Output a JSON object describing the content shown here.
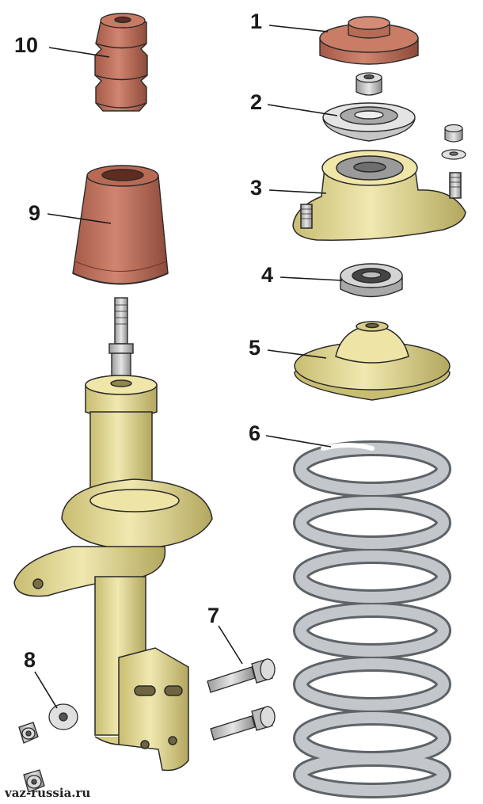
{
  "callouts": {
    "c1": "1",
    "c2": "2",
    "c3": "3",
    "c4": "4",
    "c5": "5",
    "c6": "6",
    "c7": "7",
    "c8": "8",
    "c9": "9",
    "c10": "10"
  },
  "watermark": "vaz-russia.ru",
  "colors": {
    "rubber": "#c0705a",
    "rubber_dark": "#8e4a3a",
    "metal_yellow": "#e6dc96",
    "metal_yellow_dark": "#b8ac62",
    "spring_grey": "#b4b8bc",
    "spring_dark": "#6e7378",
    "steel": "#c8c8c8",
    "outline": "#2a2a2a"
  }
}
